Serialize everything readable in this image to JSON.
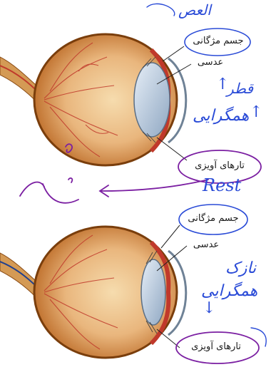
{
  "top_diagram": {
    "ciliary_body_label": "جسم مژگانی",
    "lens_label": "عدسی",
    "zonule_fibers_label": "تارهای آویزی"
  },
  "bottom_diagram": {
    "ciliary_body_label": "جسم مژگانی",
    "lens_label": "عدسی",
    "zonule_fibers_label": "تارهای آویزی"
  },
  "handwriting": {
    "top_note": "العص",
    "thin_note": "قطر",
    "arrow_up_1": "↑",
    "arrow_up_2": "↑",
    "convexity_note": "همگرایی",
    "thin_word": "نازک",
    "rest_note": "Rest",
    "bottom_thin_note": "نازک",
    "bottom_convexity_note": "همگرایی",
    "arrow_down": "↓"
  },
  "colors": {
    "pen_blue": "#2a4bd7",
    "pen_purple": "#7b1fa2",
    "sclera": "#e8b07a",
    "vessel_red": "#c0392b",
    "lens_blue": "#b7c9de"
  }
}
